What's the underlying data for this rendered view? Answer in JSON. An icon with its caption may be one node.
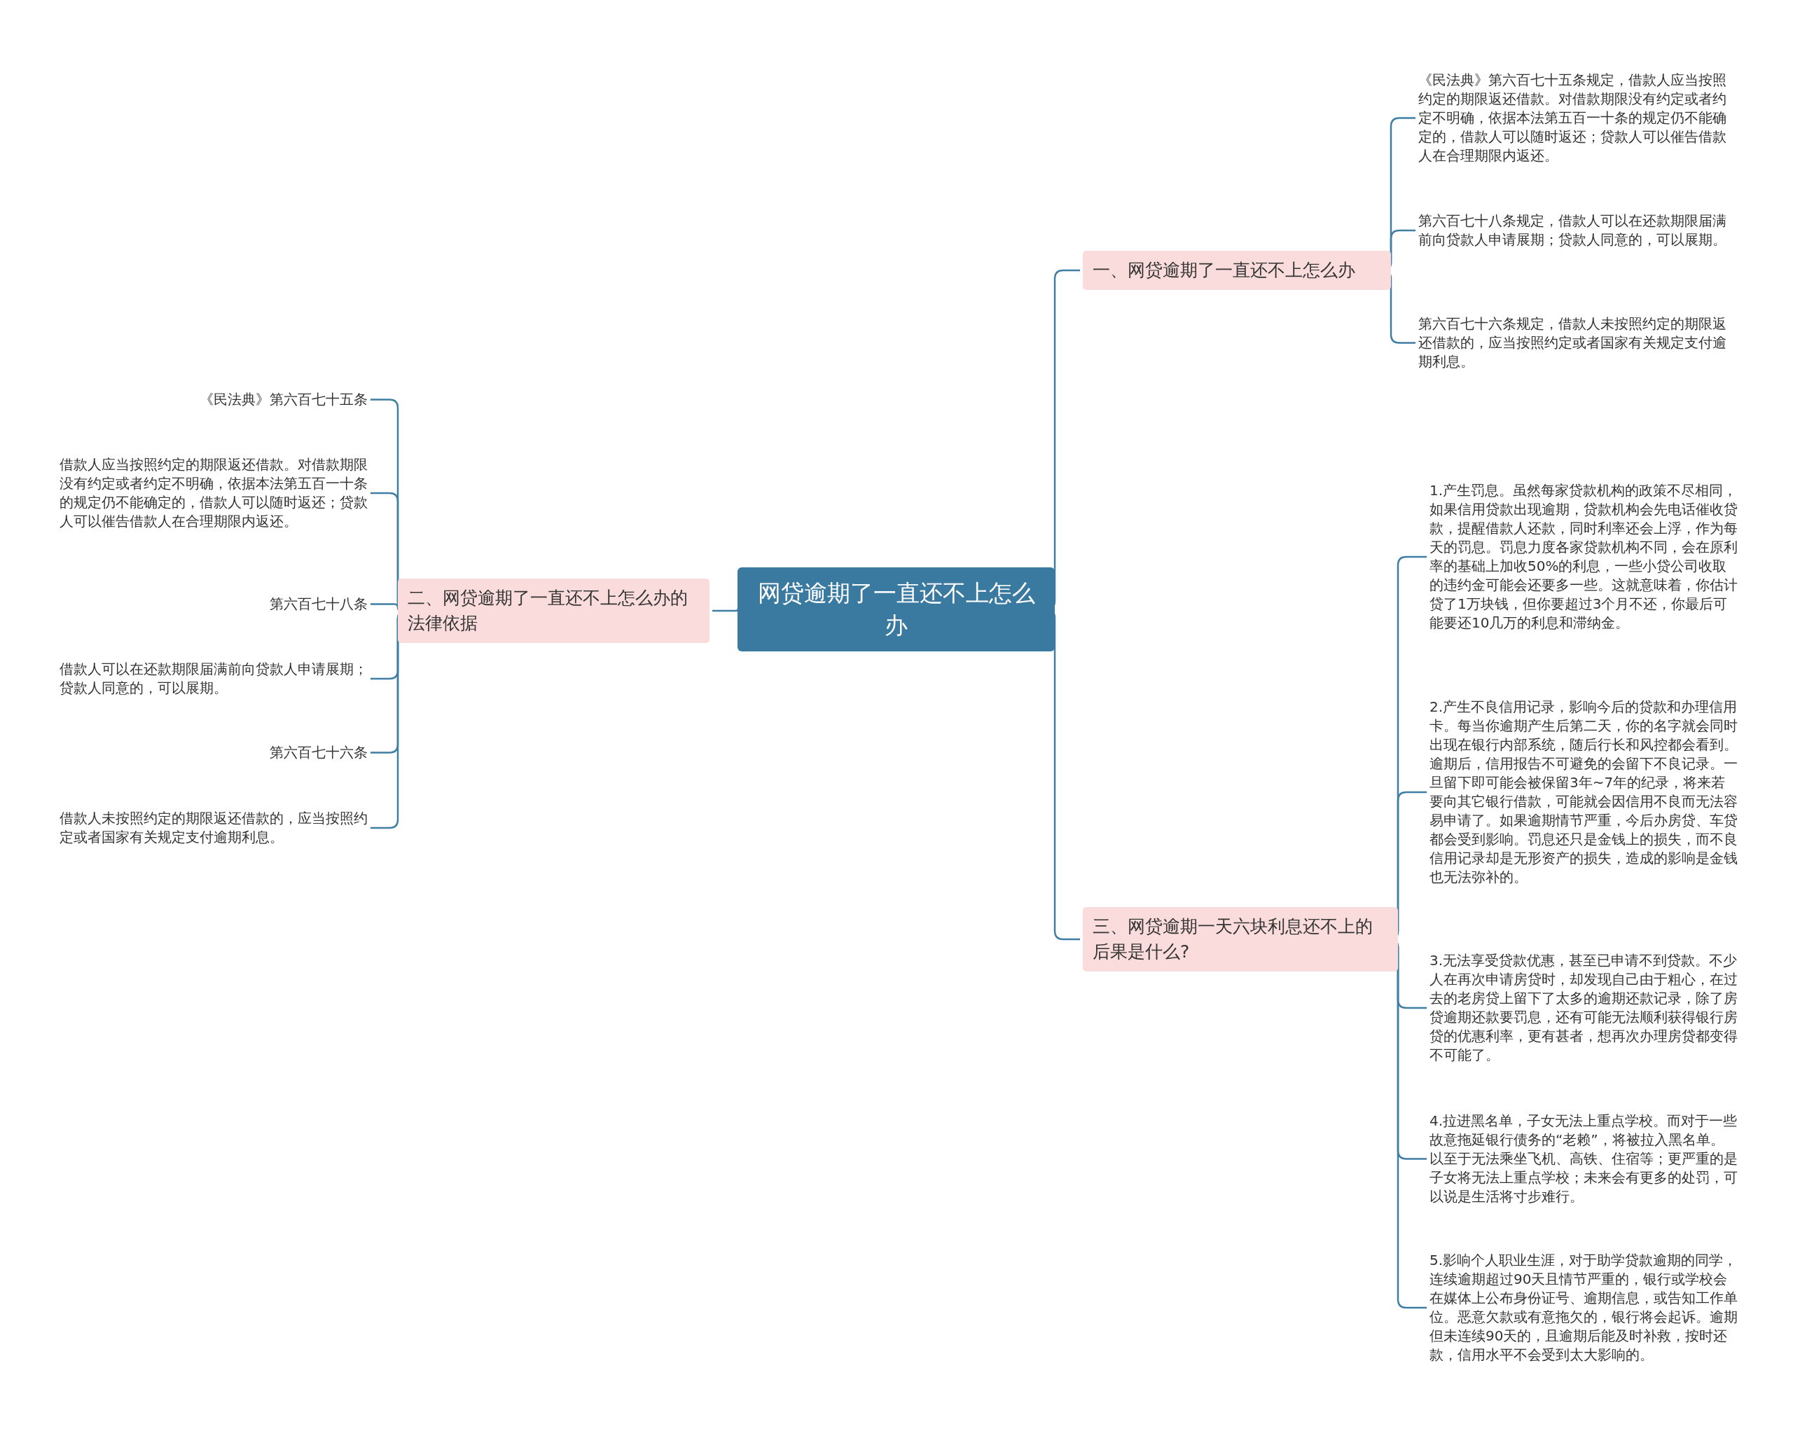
{
  "diagram": {
    "nodes": [
      {
        "text": [
          "网贷逾期了一直还不上怎么办"
        ]
      },
      {
        "text": [
          "一、网贷逾期了一直还不上怎么办"
        ]
      },
      {
        "text": [
          "《民法典》第六百七十五条规定，借款人应当按照约定的期限返还借款。对借款期限没有约定或者约定不明确，依据本法第五百一十条的规定仍不能确定的，借款人可以随时返还；贷款人可以催告借款人在合理期限内返还。"
        ]
      },
      {
        "text": [
          "第六百七十八条规定，借款人可以在还款期限届满前向贷款人申请展期；贷款人同意的，可以展期。"
        ]
      },
      {
        "text": [
          "第六百七十六条规定，借款人未按照约定的期限返还借款的，应当按照约定或者国家有关规定支付逾期利息。"
        ]
      },
      {
        "text": [
          "二、网贷逾期了一直还不上怎么办的法律依据"
        ]
      },
      {
        "text": [
          "《民法典》第六百七十五条"
        ]
      },
      {
        "text": [
          "借款人应当按照约定的期限返还借款。对借款期限没有约定或者约定不明确，依据本法第五百一十条的规定仍不能确定的，借款人可以随时返还；贷款人可以催告借款人在合理期限内返还。"
        ]
      },
      {
        "text": [
          "第六百七十八条"
        ]
      },
      {
        "text": [
          "借款人可以在还款期限届满前向贷款人申请展期；贷款人同意的，可以展期。"
        ]
      },
      {
        "text": [
          "第六百七十六条"
        ]
      },
      {
        "text": [
          "借款人未按照约定的期限返还借款的，应当按照约定或者国家有关规定支付逾期利息。"
        ]
      },
      {
        "text": [
          "三、网贷逾期一天六块利息还不上的后果是什么?"
        ]
      },
      {
        "text": [
          "1.产生罚息。虽然每家贷款机构的政策不尽相同，如果信用贷款出现逾期，贷款机构会先电话催收贷款，提醒借款人还款，同时利率还会上浮，作为每天的罚息。罚息力度各家贷款机构不同，会在原利率的基础上加收50%的利息，一些小贷公司收取的违约金可能会还要多一些。这就意味着，你估计贷了1万块钱，但你要超过3个月不还，你最后可能要还10几万的利息和滞纳金。"
        ]
      },
      {
        "text": [
          "2.产生不良信用记录，影响今后的贷款和办理信用卡。每当你逾期产生后第二天，你的名字就会同时出现在银行内部系统，随后行长和风控都会看到。逾期后，信用报告不可避免的会留下不良记录。一旦留下即可能会被保留3年~7年的纪录，将来若要向其它银行借款，可能就会因信用不良而无法容易申请了。如果逾期情节严重，今后办房贷、车贷都会受到影响。罚息还只是金钱上的损失，而不良信用记录却是无形资产的损失，造成的影响是金钱也无法弥补的。"
        ]
      },
      {
        "text": [
          "3.无法享受贷款优惠，甚至已申请不到贷款。不少人在再次申请房贷时，却发现自己由于粗心，在过去的老房贷上留下了太多的逾期还款记录，除了房贷逾期还款要罚息，还有可能无法顺利获得银行房贷的优惠利率，更有甚者，想再次办理房贷都变得不可能了。"
        ]
      },
      {
        "text": [
          "4.拉进黑名单，子女无法上重点学校。而对于一些故意拖延银行债务的“老赖”，将被拉入黑名单。以至于无法乘坐飞机、高铁、住宿等；更严重的是子女将无法上重点学校；未来会有更多的处罚，可以说是生活将寸步难行。"
        ]
      },
      {
        "text": [
          "5.影响个人职业生涯，对于助学贷款逾期的同学，连续逾期超过90天且情节严重的，银行或学校会在媒体上公布身份证号、逾期信息，或告知工作单位。恶意欠款或有意拖欠的，银行将会起诉。逾期但未连续90天的，且逾期后能及时补救，按时还款，信用水平不会受到太大影响的。"
        ]
      }
    ],
    "edges": [
      {
        "from": 0,
        "to": 1,
        "arrow": "none"
      },
      {
        "from": 1,
        "to": 2,
        "arrow": "none"
      },
      {
        "from": 1,
        "to": 3,
        "arrow": "none"
      },
      {
        "from": 1,
        "to": 4,
        "arrow": "none"
      },
      {
        "from": 0,
        "to": 5,
        "arrow": "none"
      },
      {
        "from": 5,
        "to": 6,
        "arrow": "none"
      },
      {
        "from": 5,
        "to": 7,
        "arrow": "none"
      },
      {
        "from": 5,
        "to": 8,
        "arrow": "none"
      },
      {
        "from": 5,
        "to": 9,
        "arrow": "none"
      },
      {
        "from": 5,
        "to": 10,
        "arrow": "none"
      },
      {
        "from": 5,
        "to": 11,
        "arrow": "none"
      },
      {
        "from": 0,
        "to": 12,
        "arrow": "none"
      },
      {
        "from": 12,
        "to": 13,
        "arrow": "none"
      },
      {
        "from": 12,
        "to": 14,
        "arrow": "none"
      },
      {
        "from": 12,
        "to": 15,
        "arrow": "none"
      },
      {
        "from": 12,
        "to": 16,
        "arrow": "none"
      },
      {
        "from": 12,
        "to": 17,
        "arrow": "none"
      }
    ]
  }
}
